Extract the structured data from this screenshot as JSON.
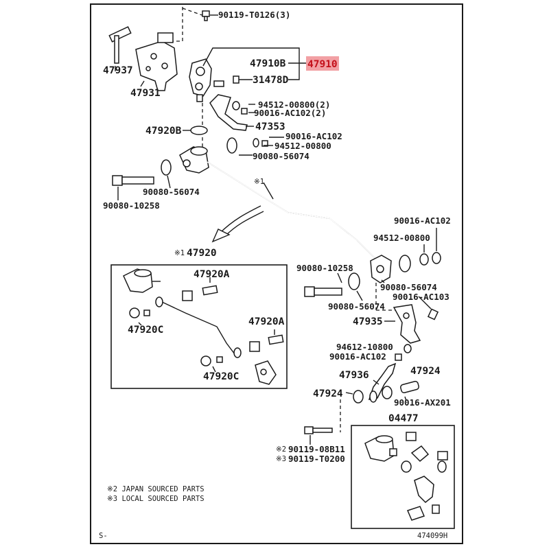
{
  "diagram": {
    "highlight_color": "#f2a0a4",
    "highlight_text_color": "#c4101a",
    "labels": {
      "p90119_T0126": "90119-T0126(3)",
      "p47937": "47937",
      "p47931": "47931",
      "p47910B": "47910B",
      "p47910": "47910",
      "p31478D": "31478D",
      "p94512_00800_2": "94512-00800(2)",
      "p90016_AC102_2": "90016-AC102(2)",
      "p47353": "47353",
      "p47920B": "47920B",
      "p90016_AC102_a": "90016-AC102",
      "p94512_00800_a": "94512-00800",
      "p90080_56074_a": "90080-56074",
      "p90080_56074_b": "90080-56074",
      "p90080_10258_a": "90080-10258",
      "mark1": "※1",
      "p47920_title": "47920",
      "p47920_mark": "※1",
      "p47920A_1": "47920A",
      "p47920C_1": "47920C",
      "p47920A_2": "47920A",
      "p47920C_2": "47920C",
      "p90016_AC102_b": "90016-AC102",
      "p94512_00800_b": "94512-00800",
      "p90080_10258_b": "90080-10258",
      "p90080_56074_c": "90080-56074",
      "p90016_AC103": "90016-AC103",
      "p90080_56074_d": "90080-56074",
      "p47935": "47935",
      "p94612_10800": "94612-10800",
      "p90016_AC102_c": "90016-AC102",
      "p47936": "47936",
      "p47924_a": "47924",
      "p47924_b": "47924",
      "p90016_AX201": "90016-AX201",
      "p04477": "04477",
      "mark2": "※2",
      "p90119_08B11": "90119-08B11",
      "mark3": "※3",
      "p90119_T0200": "90119-T0200",
      "note_japan": "※2 JAPAN SOURCED PARTS",
      "note_local": "※3 LOCAL SOURCED PARTS",
      "corner_s": "S-",
      "drawing_no": "474099H"
    }
  }
}
